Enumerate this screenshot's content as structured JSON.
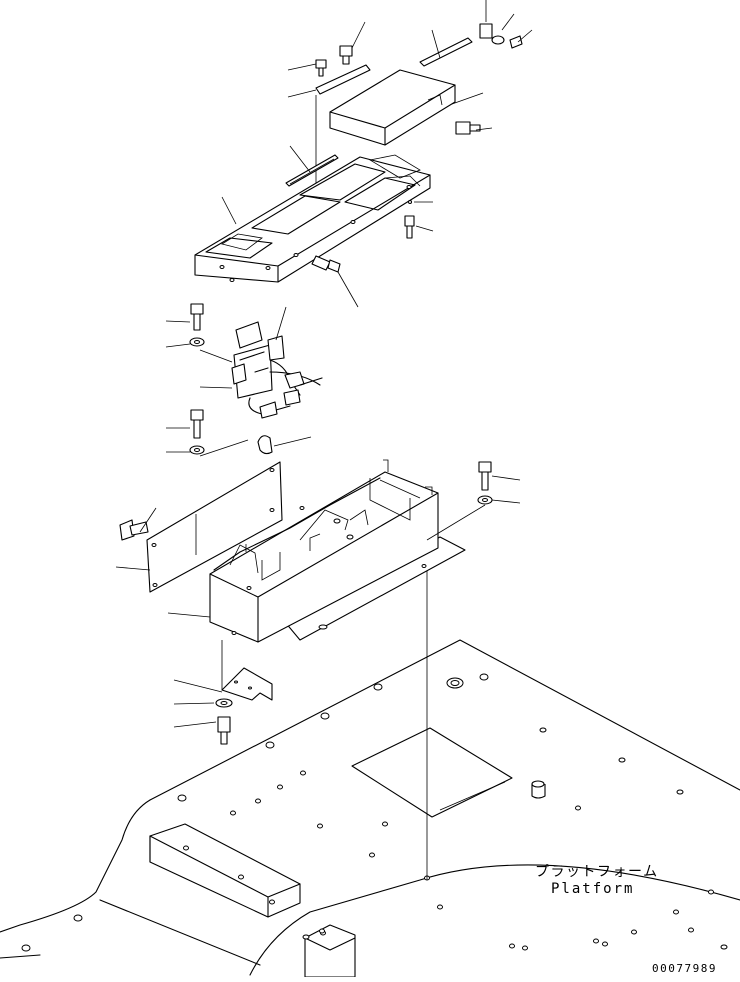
{
  "label": {
    "platform_jp": "プラットフォーム",
    "platform_en": "Platform"
  },
  "figure_number": "00077989"
}
